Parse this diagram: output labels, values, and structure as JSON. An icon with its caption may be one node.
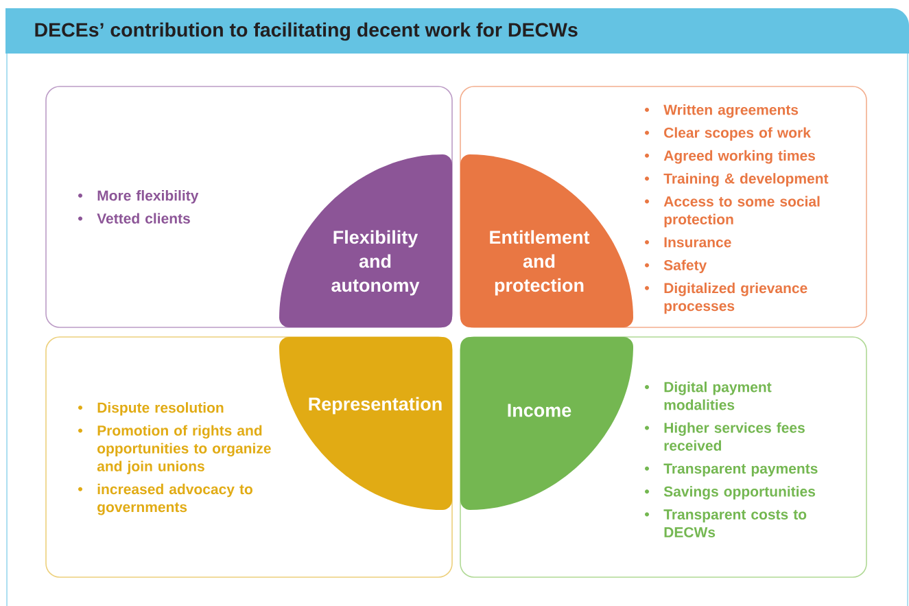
{
  "diagram": {
    "title": "DECEs’ contribution to facilitating decent work for DECWs",
    "nodes": [
      {
        "text": [
          "More flexibility",
          "Vetted clients"
        ]
      },
      {
        "text": [
          "Flexibility and autonomy"
        ],
        "in": 0
      },
      {
        "text": [
          "Written agreements",
          "Clear scopes of work",
          "Agreed working times",
          "Training & development",
          "Access to some social protection",
          "Insurance",
          "Safety",
          "Digitalized grievance processes"
        ]
      },
      {
        "text": [
          "Entitlement and protection"
        ],
        "in": 2
      },
      {
        "text": [
          "Dispute resolution",
          "Promotion of rights and opportunities to organize and join unions",
          "increased advocacy to governments"
        ]
      },
      {
        "text": [
          "Representation"
        ],
        "in": 4
      },
      {
        "text": [
          "Digital payment modalities",
          "Higher services fees received",
          "Transparent payments",
          "Savings opportunities",
          "Transparent costs to DECWs"
        ]
      },
      {
        "text": [
          "Income"
        ],
        "in": 6
      }
    ]
  }
}
